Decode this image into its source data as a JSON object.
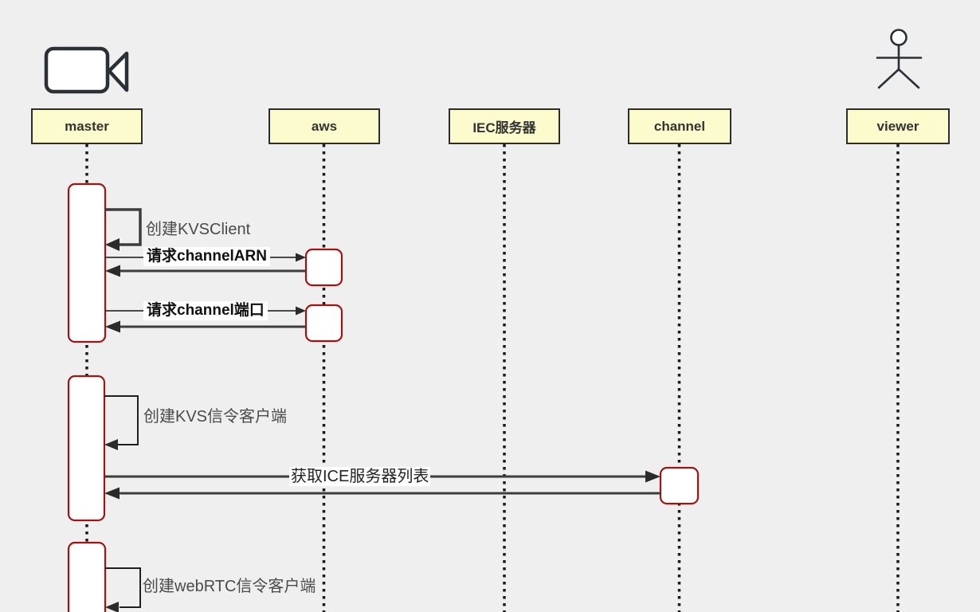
{
  "diagram": {
    "type": "uml-sequence-diagram",
    "colors": {
      "bg": "#efefef",
      "participant-fill": "#fbfbcd",
      "participant-border": "#2d2d2d",
      "participant-text": "#333333",
      "activation-border": "#a31313",
      "activation-fill": "#ffffff",
      "lifeline": "#1a1a1a",
      "arrow": "#333333",
      "arrow-thick": "#3d3d3d",
      "msg-text": "#4a4a4a",
      "msg-strong": "#111111",
      "icon-stroke": "#2b3036"
    },
    "participants": [
      {
        "id": "master",
        "label": "master",
        "icon": "video-camera-icon"
      },
      {
        "id": "aws",
        "label": "aws",
        "icon": null
      },
      {
        "id": "iec",
        "label": "IEC服务器",
        "icon": null
      },
      {
        "id": "channel",
        "label": "channel",
        "icon": null
      },
      {
        "id": "viewer",
        "label": "viewer",
        "icon": "actor-icon"
      }
    ],
    "messages": [
      {
        "type": "self",
        "from": "master",
        "to": "master",
        "label": "创建KVSClient",
        "style": "plain"
      },
      {
        "type": "call",
        "from": "master",
        "to": "aws",
        "label": "请求channelARN",
        "style": "bold-on-line"
      },
      {
        "type": "return",
        "from": "aws",
        "to": "master",
        "label": "",
        "style": "none"
      },
      {
        "type": "call",
        "from": "master",
        "to": "aws",
        "label": "请求channel端口",
        "style": "bold-on-line"
      },
      {
        "type": "return",
        "from": "aws",
        "to": "master",
        "label": "",
        "style": "none"
      },
      {
        "type": "self",
        "from": "master",
        "to": "master",
        "label": "创建KVS信令客户端",
        "style": "plain"
      },
      {
        "type": "call",
        "from": "master",
        "to": "channel",
        "label": "获取ICE服务器列表",
        "style": "plain-on-line"
      },
      {
        "type": "return",
        "from": "channel",
        "to": "master",
        "label": "",
        "style": "none"
      },
      {
        "type": "self",
        "from": "master",
        "to": "master",
        "label": "创建webRTC信令客户端",
        "style": "plain"
      }
    ]
  }
}
